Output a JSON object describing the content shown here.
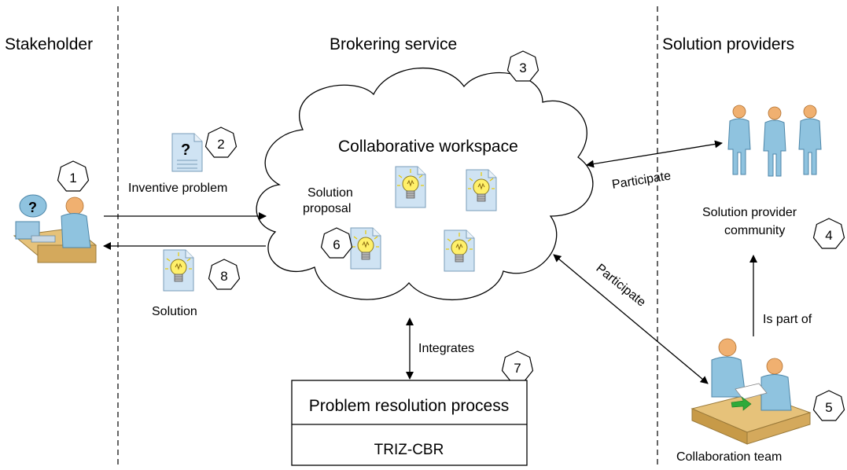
{
  "lanes": {
    "stakeholder": "Stakeholder",
    "brokering": "Brokering service",
    "providers": "Solution providers"
  },
  "cloud": {
    "title": "Collaborative workspace",
    "proposal_line1": "Solution",
    "proposal_line2": "proposal"
  },
  "labels": {
    "inventive_problem": "Inventive problem",
    "solution": "Solution",
    "participate_top": "Participate",
    "participate_bottom": "Participate",
    "integrates": "Integrates",
    "is_part_of": "Is part of",
    "community_line1": "Solution provider",
    "community_line2": "community",
    "collab_team": "Collaboration team"
  },
  "process": {
    "title": "Problem resolution process",
    "method": "TRIZ-CBR"
  },
  "steps": [
    "1",
    "2",
    "3",
    "4",
    "5",
    "6",
    "7",
    "8"
  ],
  "colors": {
    "line": "#000000",
    "doc_fill": "#cfe3f3",
    "bulb": "#fff06a",
    "person": "#8fc3df",
    "head": "#f0b070",
    "desk": "#e6c27a"
  }
}
